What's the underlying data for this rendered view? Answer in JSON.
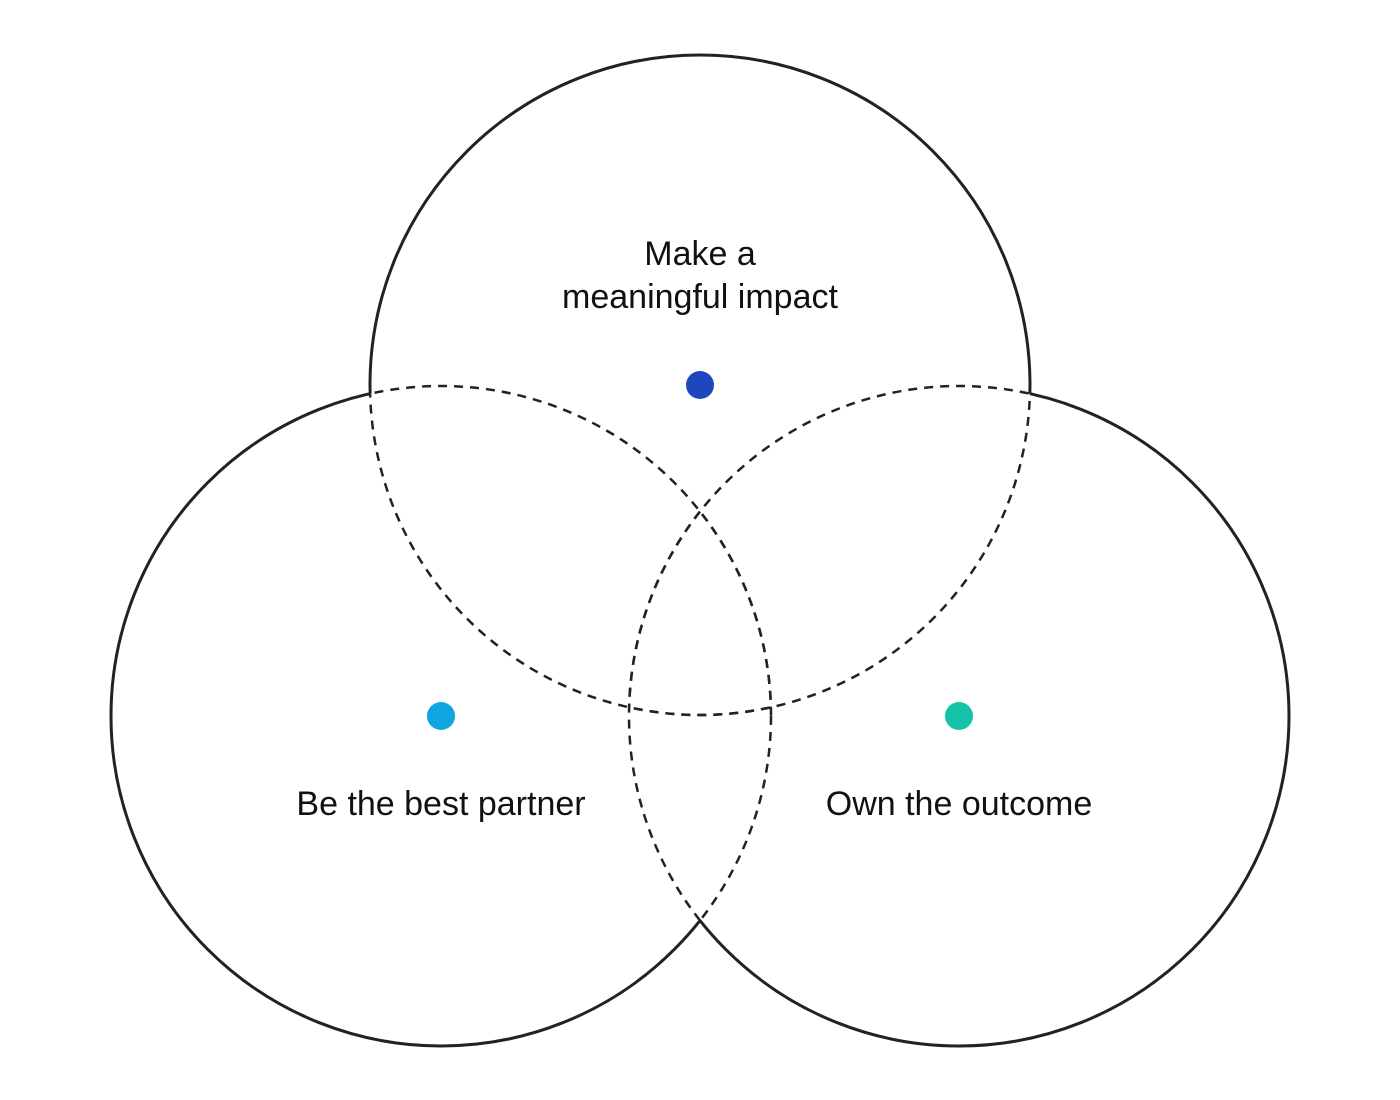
{
  "diagram": {
    "circles": [
      {
        "id": "top",
        "label_lines": [
          "Make a",
          "meaningful impact"
        ],
        "dot_color": "#1E46BE"
      },
      {
        "id": "left",
        "label_lines": [
          "Be the best partner"
        ],
        "dot_color": "#0EA5E0"
      },
      {
        "id": "right",
        "label_lines": [
          "Own the outcome"
        ],
        "dot_color": "#14C2A8"
      }
    ],
    "stroke_color": "#222222"
  }
}
